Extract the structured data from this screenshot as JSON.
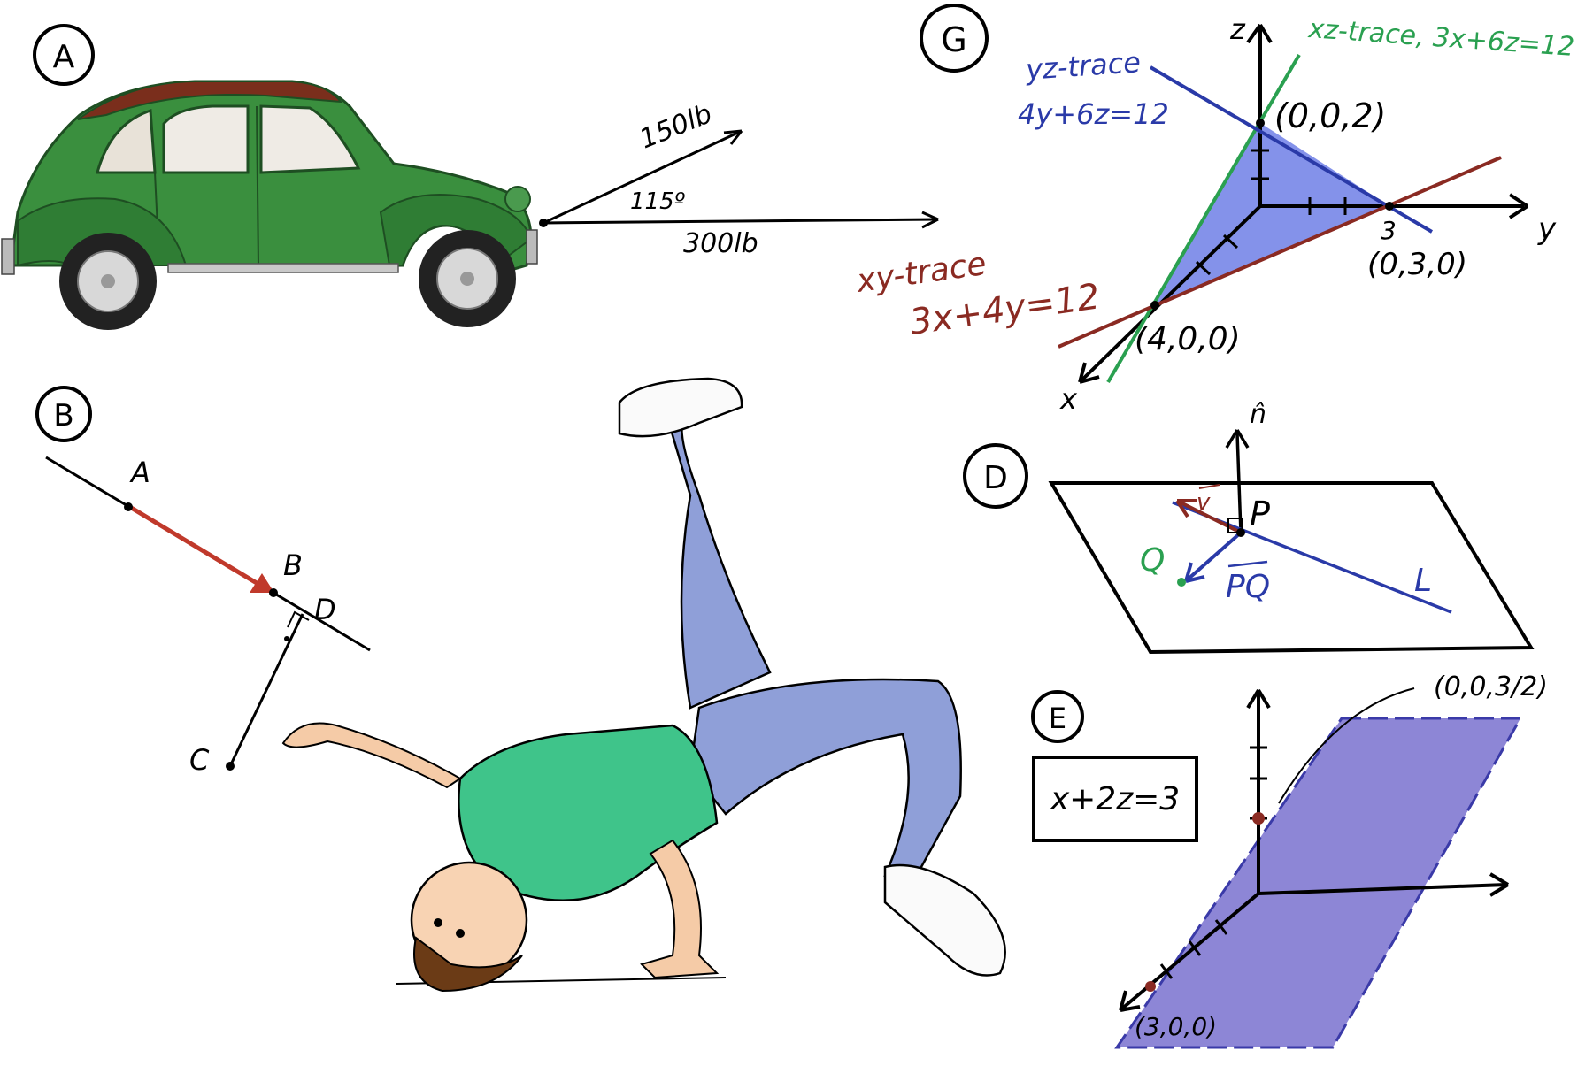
{
  "panels": {
    "A": {
      "label": "A",
      "force1": "150lb",
      "angle": "115º",
      "force2": "300lb"
    },
    "B": {
      "label": "B",
      "pointA": "A",
      "pointB": "B",
      "pointD": "D",
      "pointC": "C"
    },
    "G": {
      "label": "G",
      "axis_z": "z",
      "axis_y": "y",
      "axis_x": "x",
      "xz_trace": "xz-trace, 3x+6z=12",
      "yz_trace_title": "yz-trace",
      "yz_trace_eq": "4y+6z=12",
      "xy_trace_title": "xy-trace",
      "xy_trace_eq": "3x+4y=12",
      "point_z": "(0,0,2)",
      "point_y": "(0,3,0)",
      "tick_3": "3",
      "point_x": "(4,0,0)"
    },
    "D": {
      "label": "D",
      "n_hat": "n̂",
      "v": "v",
      "P": "P",
      "Q": "Q",
      "PQ": "PQ",
      "L": "L"
    },
    "E": {
      "label": "E",
      "equation": "x+2z=3",
      "point_top": "(0,0,3/2)",
      "point_bottom": "(3,0,0)"
    }
  },
  "colors": {
    "car_green": "#3a8f3e",
    "car_dark": "#2a6a2e",
    "red_arrow": "#c0392b",
    "plane_blue": "#6f7fe6",
    "trace_blue": "#2a3aa8",
    "trace_green": "#2aa050",
    "trace_red": "#8a2a22",
    "plane_violet": "#8d86d6",
    "shirt": "#3fc48a",
    "pants": "#8f9fd8",
    "hair": "#6b3b16"
  }
}
